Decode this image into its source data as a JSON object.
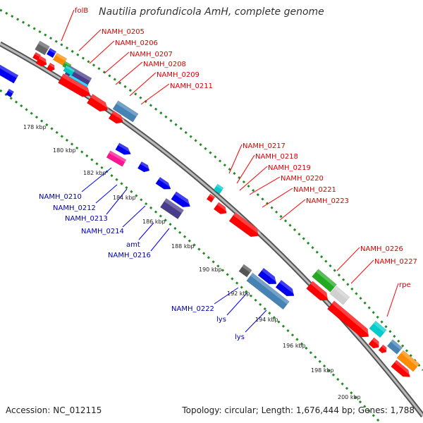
{
  "title": "Nautilia profundicola AmH, complete genome",
  "footer": {
    "accession": "Accession: NC_012115",
    "topology": "Topology: circular; Length: 1,676,444 bp; Genes: 1,788"
  },
  "colors": {
    "forward_gene": "#ff0000",
    "reverse_gene": "#0000ee",
    "forward_label": "#dd0000",
    "reverse_label": "#0000aa",
    "backbone": "#888888",
    "dotted_guide": "#228b22"
  },
  "kbp_ticks": [
    "178 kbp",
    "180 kbp",
    "182 kbp",
    "184 kbp",
    "186 kbp",
    "188 kbp",
    "190 kbp",
    "192 kbp",
    "194 kbp",
    "196 kbp",
    "198 kbp",
    "200 kbp"
  ],
  "forward_labels": [
    "folB",
    "NAMH_0205",
    "NAMH_0206",
    "NAMH_0207",
    "NAMH_0208",
    "NAMH_0209",
    "NAMH_0211",
    "NAMH_0217",
    "NAMH_0218",
    "NAMH_0219",
    "NAMH_0220",
    "NAMH_0221",
    "NAMH_0223",
    "NAMH_0226",
    "NAMH_0227",
    "rpe"
  ],
  "reverse_labels": [
    "NAMH_0210",
    "NAMH_0212",
    "NAMH_0213",
    "NAMH_0214",
    "amt",
    "NAMH_0216",
    "NAMH_0222",
    "lys",
    "lys"
  ]
}
